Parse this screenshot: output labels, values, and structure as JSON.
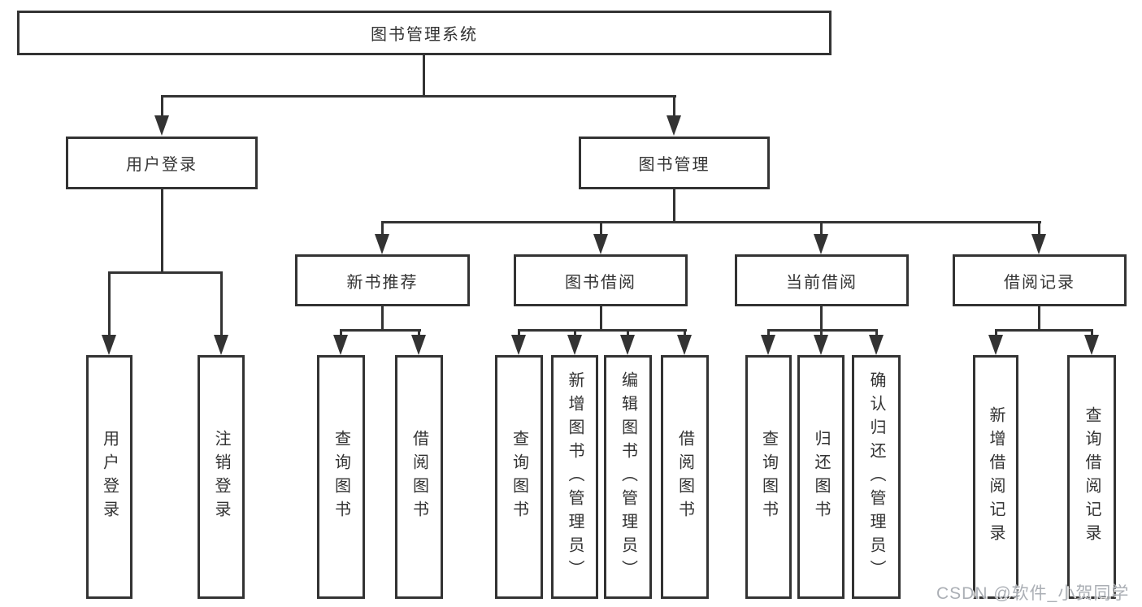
{
  "diagram": {
    "root": {
      "label": "图书管理系统"
    },
    "level1": [
      {
        "label": "用户登录"
      },
      {
        "label": "图书管理"
      }
    ],
    "level2": [
      {
        "label": "新书推荐"
      },
      {
        "label": "图书借阅"
      },
      {
        "label": "当前借阅"
      },
      {
        "label": "借阅记录"
      }
    ],
    "leaves": [
      {
        "label": "用户登录"
      },
      {
        "label": "注销登录"
      },
      {
        "label": "查询图书"
      },
      {
        "label": "借阅图书"
      },
      {
        "label": "查询图书"
      },
      {
        "label": "新增图书（管理员）"
      },
      {
        "label": "编辑图书（管理员）"
      },
      {
        "label": "借阅图书"
      },
      {
        "label": "查询图书"
      },
      {
        "label": "归还图书"
      },
      {
        "label": "确认归还（管理员）"
      },
      {
        "label": "新增借阅记录"
      },
      {
        "label": "查询借阅记录"
      }
    ]
  },
  "watermark": {
    "label": "CSDN @软件_小贺同学"
  },
  "colors": {
    "line": "#333333",
    "text": "#333333",
    "background": "#ffffff",
    "watermark": "#abafb5"
  }
}
